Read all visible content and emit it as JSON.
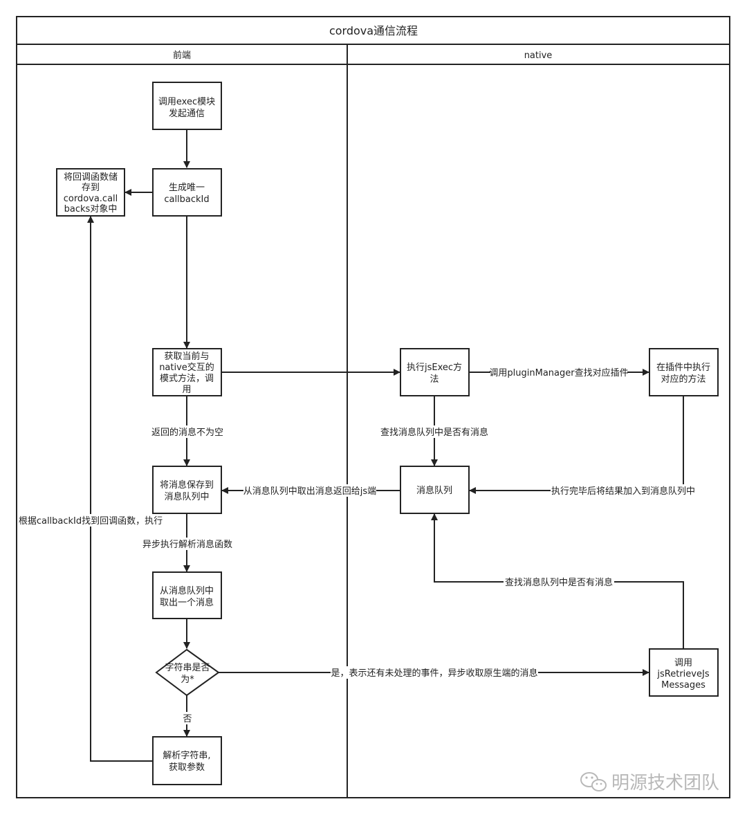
{
  "title": "cordova通信流程",
  "lanes": {
    "left": "前端",
    "right": "native"
  },
  "nodes": {
    "exec": [
      "调用exec模块",
      "发起通信"
    ],
    "gen_id": [
      "生成唯一",
      "callbackId"
    ],
    "store_cb": [
      "将回调函数储",
      "存到",
      "cordova.call",
      "backs对象中"
    ],
    "get_mode": [
      "获取当前与",
      "native交互的",
      "模式方法，调",
      "用"
    ],
    "save_msg": [
      "将消息保存到",
      "消息队列中"
    ],
    "take_msg": [
      "从消息队列中",
      "取出一个消息"
    ],
    "is_star": [
      "字符串是否",
      "为*"
    ],
    "parse": [
      "解析字符串,",
      "获取参数"
    ],
    "js_exec": [
      "执行jsExec方",
      "法"
    ],
    "plugin_exec": [
      "在插件中执行",
      "对应的方法"
    ],
    "msg_queue": [
      "消息队列"
    ],
    "retrieve": [
      "调用",
      "jsRetrieveJs",
      "Messages"
    ]
  },
  "edge_labels": {
    "not_empty": "返回的消息不为空",
    "async_parse": "异步执行解析消息函数",
    "no": "否",
    "find_callback": "根据callbackId找到回调函数，执行",
    "plugin_manager": "调用pluginManager查找对应插件",
    "check_queue_top": "查找消息队列中是否有消息",
    "return_js": "从消息队列中取出消息返回给js端",
    "add_result": "执行完毕后将结果加入到消息队列中",
    "check_queue_bottom": "查找消息队列中是否有消息",
    "yes": "是，表示还有未处理的事件，异步收取原生端的消息"
  },
  "watermark": "明源技术团队"
}
